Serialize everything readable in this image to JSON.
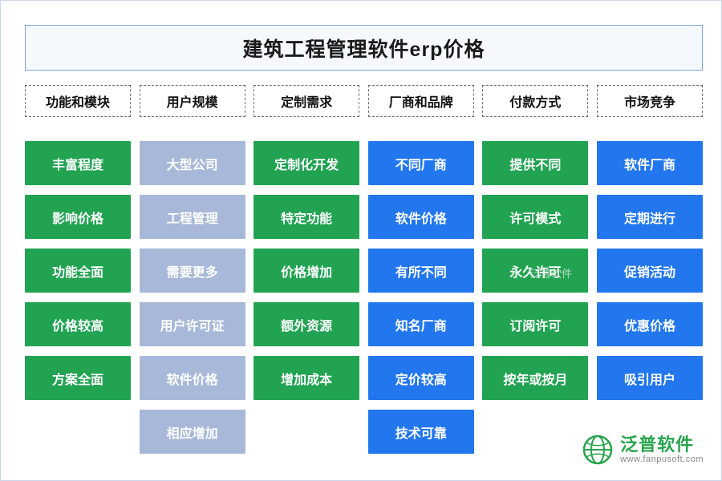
{
  "title": "建筑工程管理软件erp价格",
  "headers": [
    "功能和模块",
    "用户规模",
    "定制需求",
    "厂商和品牌",
    "付款方式",
    "市场竞争"
  ],
  "columns": [
    {
      "name": "功能和模块",
      "color": "green",
      "items": [
        "丰富程度",
        "影响价格",
        "功能全面",
        "价格较高",
        "方案全面"
      ]
    },
    {
      "name": "用户规模",
      "color": "light",
      "items": [
        "大型公司",
        "工程管理",
        "需要更多",
        "用户许可证",
        "软件价格",
        "相应增加"
      ]
    },
    {
      "name": "定制需求",
      "color": "green",
      "items": [
        "定制化开发",
        "特定功能",
        "价格增加",
        "额外资源",
        "增加成本"
      ]
    },
    {
      "name": "厂商和品牌",
      "color": "blue",
      "items": [
        "不同厂商",
        "软件价格",
        "有所不同",
        "知名厂商",
        "定价较高",
        "技术可靠"
      ]
    },
    {
      "name": "付款方式",
      "color": "green",
      "items": [
        "提供不同",
        "许可模式",
        "永久许可",
        "订阅许可",
        "按年或按月"
      ]
    },
    {
      "name": "市场竞争",
      "color": "blue",
      "items": [
        "软件厂商",
        "定期进行",
        "促销活动",
        "优惠价格",
        "吸引用户"
      ]
    }
  ],
  "logo": {
    "name": "泛普软件",
    "url": "www.fanpusoft.com",
    "watermark": "泛普软件"
  },
  "colors": {
    "green": "#21a352",
    "light_blue": "#a7b8d8",
    "blue": "#2277ee",
    "title_border": "#7ba7d7",
    "title_bg": "#f5f9fd"
  }
}
